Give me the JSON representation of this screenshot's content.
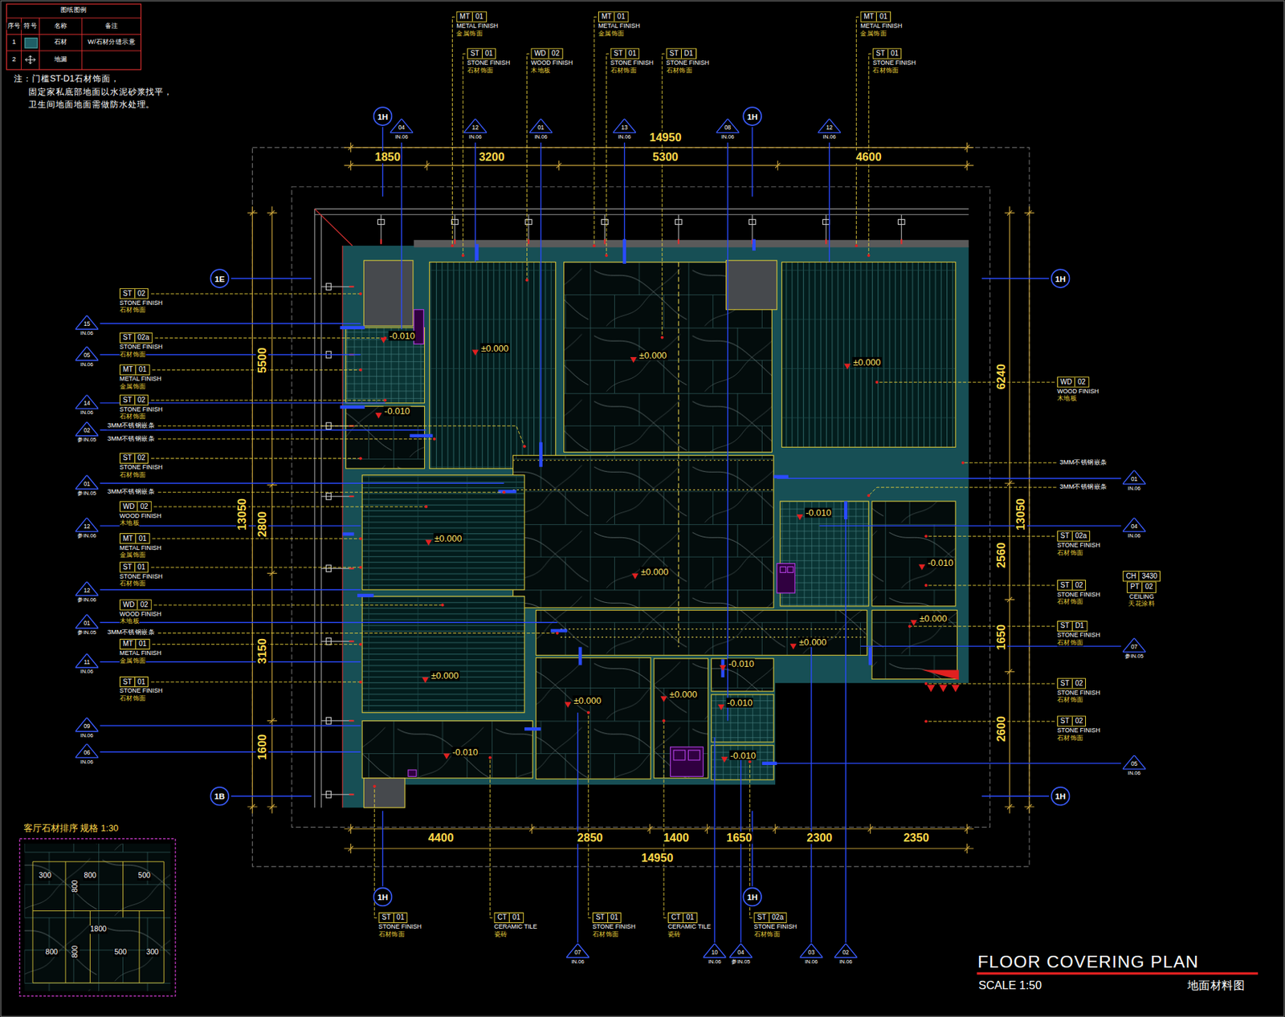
{
  "diagram": {
    "title": "FLOOR COVERING PLAN",
    "nodes": [
      {
        "text": [
          "MT",
          "01",
          "METAL FINISH",
          "金属饰面"
        ]
      },
      {
        "text": [
          "ST",
          "01",
          "STONE FINISH",
          "石材饰面"
        ]
      },
      {
        "text": [
          "WD",
          "02",
          "WOOD FINISH",
          "木地板"
        ]
      },
      {
        "text": [
          "MT",
          "01",
          "METAL FINISH",
          "金属饰面"
        ]
      },
      {
        "text": [
          "ST",
          "01",
          "STONE FINISH",
          "石材饰面"
        ]
      },
      {
        "text": [
          "ST",
          "D1",
          "STONE FINISH",
          "石材饰面"
        ]
      },
      {
        "text": [
          "MT",
          "01",
          "METAL FINISH",
          "金属饰面"
        ]
      },
      {
        "text": [
          "ST",
          "01",
          "STONE FINISH",
          "石材饰面"
        ]
      },
      {
        "text": [
          "04",
          "IN.06"
        ]
      },
      {
        "text": [
          "12",
          "IN.06"
        ]
      },
      {
        "text": [
          "01",
          "IN.06"
        ]
      },
      {
        "text": [
          "13",
          "IN.06"
        ]
      },
      {
        "text": [
          "08",
          "IN.06"
        ]
      },
      {
        "text": [
          "12",
          "IN.06"
        ]
      },
      {
        "text": [
          "ST",
          "02",
          "STONE FINISH",
          "石材饰面"
        ]
      },
      {
        "text": [
          "ST",
          "02a",
          "STONE FINISH",
          "石材饰面"
        ]
      },
      {
        "text": [
          "MT",
          "01",
          "METAL FINISH",
          "金属饰面"
        ]
      },
      {
        "text": [
          "ST",
          "02",
          "STONE FINISH",
          "石材饰面"
        ]
      },
      {
        "text": [
          "ST",
          "02",
          "STONE FINISH",
          "石材饰面"
        ]
      },
      {
        "text": [
          "WD",
          "02",
          "WOOD FINISH",
          "木地板"
        ]
      },
      {
        "text": [
          "MT",
          "01",
          "METAL FINISH",
          "金属饰面"
        ]
      },
      {
        "text": [
          "ST",
          "01",
          "STONE FINISH",
          "石材饰面"
        ]
      },
      {
        "text": [
          "WD",
          "02",
          "WOOD FINISH",
          "木地板"
        ]
      },
      {
        "text": [
          "MT",
          "01",
          "METAL FINISH",
          "金属饰面"
        ]
      },
      {
        "text": [
          "ST",
          "01",
          "STONE FINISH",
          "石材饰面"
        ]
      },
      {
        "text": [
          "15",
          "IN.06"
        ]
      },
      {
        "text": [
          "05",
          "IN.06"
        ]
      },
      {
        "text": [
          "14",
          "IN.06"
        ]
      },
      {
        "text": [
          "02",
          "参IN.05"
        ]
      },
      {
        "text": [
          "01",
          "参IN.05"
        ]
      },
      {
        "text": [
          "12",
          "参IN.06"
        ]
      },
      {
        "text": [
          "12",
          "参IN.06"
        ]
      },
      {
        "text": [
          "01",
          "参IN.05"
        ]
      },
      {
        "text": [
          "11",
          "IN.06"
        ]
      },
      {
        "text": [
          "09",
          "IN.06"
        ]
      },
      {
        "text": [
          "06",
          "IN.06"
        ]
      },
      {
        "text": [
          "WD",
          "02",
          "WOOD FINISH",
          "木地板"
        ]
      },
      {
        "text": [
          "ST",
          "02a",
          "STONE FINISH",
          "石材饰面"
        ]
      },
      {
        "text": [
          "ST",
          "02",
          "STONE FINISH",
          "石材饰面"
        ]
      },
      {
        "text": [
          "ST",
          "D1",
          "STONE FINISH",
          "石材饰面"
        ]
      },
      {
        "text": [
          "ST",
          "02",
          "STONE FINISH",
          "石材饰面"
        ]
      },
      {
        "text": [
          "ST",
          "02",
          "STONE FINISH",
          "石材饰面"
        ]
      },
      {
        "text": [
          "CH",
          "3430",
          "PT",
          "02",
          "CEILING",
          "天花涂料"
        ]
      },
      {
        "text": [
          "01",
          "IN.06"
        ]
      },
      {
        "text": [
          "04",
          "IN.06"
        ]
      },
      {
        "text": [
          "07",
          "参IN.05"
        ]
      },
      {
        "text": [
          "05",
          "IN.06"
        ]
      },
      {
        "text": [
          "ST",
          "01",
          "STONE FINISH",
          "石材饰面"
        ]
      },
      {
        "text": [
          "CT",
          "01",
          "CERAMIC TILE",
          "瓷砖"
        ]
      },
      {
        "text": [
          "ST",
          "01",
          "STONE FINISH",
          "石材饰面"
        ]
      },
      {
        "text": [
          "CT",
          "01",
          "CERAMIC TILE",
          "瓷砖"
        ]
      },
      {
        "text": [
          "ST",
          "02a",
          "STONE FINISH",
          "石材饰面"
        ]
      },
      {
        "text": [
          "07",
          "IN.06"
        ]
      },
      {
        "text": [
          "10",
          "IN.06"
        ]
      },
      {
        "text": [
          "04",
          "参IN.05"
        ]
      },
      {
        "text": [
          "03",
          "IN.06"
        ]
      },
      {
        "text": [
          "02",
          "IN.06"
        ]
      },
      {
        "text": [
          "1H"
        ]
      },
      {
        "text": [
          "1H"
        ]
      },
      {
        "text": [
          "1E"
        ]
      },
      {
        "text": [
          "1H"
        ]
      },
      {
        "text": [
          "1B"
        ]
      },
      {
        "text": [
          "1H"
        ]
      },
      {
        "text": [
          "1H"
        ]
      },
      {
        "text": [
          "1H"
        ]
      }
    ],
    "labels": [
      "图纸图例",
      "序号",
      "符号",
      "名称",
      "备注",
      "1",
      "W/石材分缝示意",
      "2",
      "注：门槛ST-D1石材饰面，",
      "固定家私底部地面以水泥砂浆找平，",
      "卫生间地面地面需做防水处理。",
      "14950",
      "1850",
      "3200",
      "5300",
      "4600",
      "4400",
      "2850",
      "1400",
      "1650",
      "2300",
      "2350",
      "14950",
      "13050",
      "5500",
      "2800",
      "3150",
      "1600",
      "13050",
      "6240",
      "2560",
      "1650",
      "2600",
      "±0.000",
      "±0.000",
      "±0.000",
      "±0.000",
      "±0.000",
      "±0.000",
      "±0.000",
      "±0.000",
      "±0.000",
      "±0.000",
      "-0.010",
      "-0.010",
      "-0.010",
      "-0.010",
      "-0.010",
      "-0.010",
      "-0.010",
      "-0.010",
      "3MM不锈钢嵌条",
      "3MM不锈钢嵌条",
      "3MM不锈钢嵌条",
      "3MM不锈钢嵌条",
      "3MM不锈钢嵌条",
      "3MM不锈钢嵌条",
      "客厅石材排序 规格 1:30",
      "300",
      "800",
      "500",
      "800",
      "1800",
      "800",
      "800",
      "500",
      "300",
      "SCALE 1:50",
      "地面材料图"
    ],
    "legend": [
      {
        "text": "石材",
        "color": "#1f5f66"
      },
      {
        "text": "地漏"
      }
    ]
  }
}
